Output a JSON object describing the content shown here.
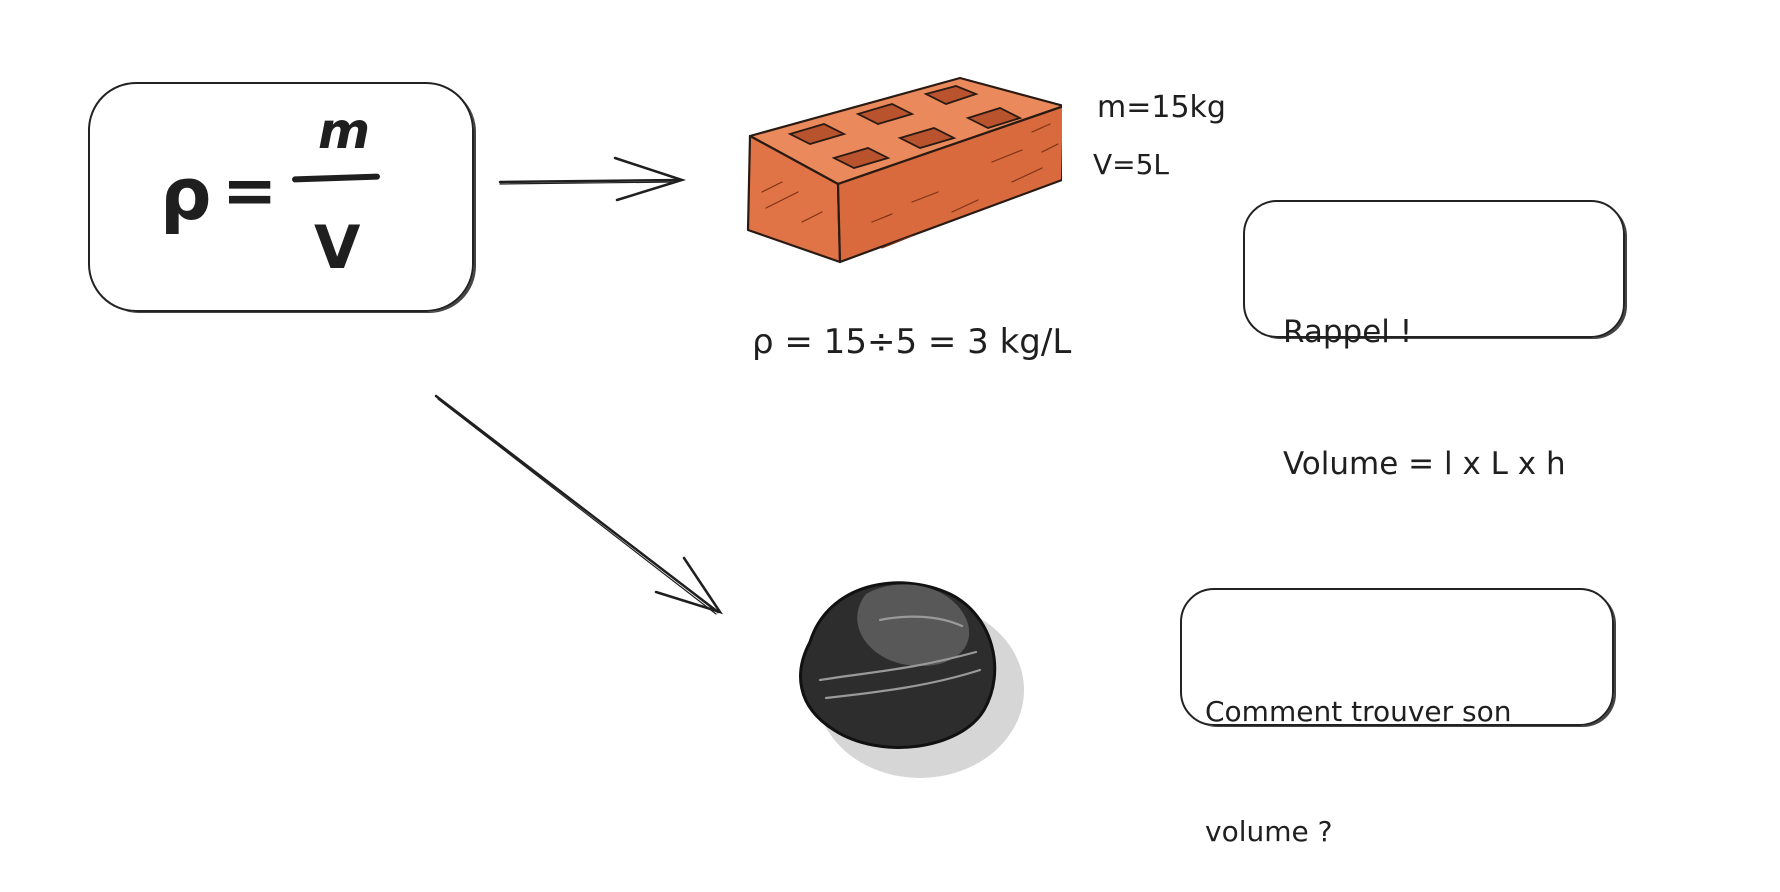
{
  "formula": {
    "rho": "ρ",
    "equals": "=",
    "numerator": "m",
    "denominator": "V"
  },
  "brick": {
    "mass_label": "m=15kg",
    "volume_label": "V=5L",
    "calculation": "ρ = 15÷5 = 3 kg/L",
    "colors": {
      "face": "#e07447",
      "top": "#ea8a5c",
      "outline": "#2a1a14"
    }
  },
  "reminder": {
    "line1": "Rappel !",
    "line2": "Volume = l x L x h"
  },
  "question": {
    "line1": "Comment trouver son",
    "line2": "volume ?"
  },
  "stone": {
    "colors": {
      "body": "#2d2d2d",
      "highlight": "#6b6b6b",
      "shadow": "#d6d6d6"
    }
  }
}
